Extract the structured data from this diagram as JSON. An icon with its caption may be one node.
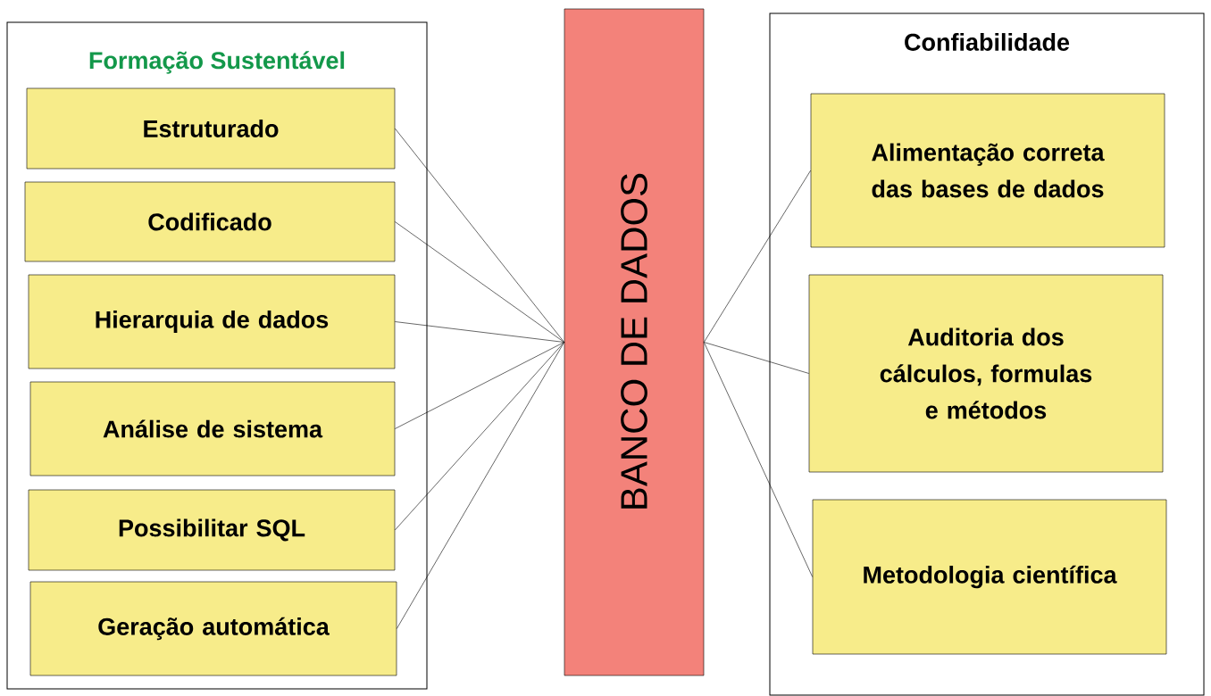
{
  "diagram": {
    "nodes": [
      {
        "text": [
          "Formação Sustentável"
        ]
      },
      {
        "text": [
          "Estruturado"
        ],
        "in": 0
      },
      {
        "text": [
          "Codificado"
        ],
        "in": 0
      },
      {
        "text": [
          "Hierarquia de dados"
        ],
        "in": 0
      },
      {
        "text": [
          "Análise de sistema"
        ],
        "in": 0
      },
      {
        "text": [
          "Possibilitar SQL"
        ],
        "in": 0
      },
      {
        "text": [
          "Geração automática"
        ],
        "in": 0
      },
      {
        "text": [
          "BANCO DE DADOS"
        ]
      },
      {
        "text": [
          "Confiabilidade"
        ]
      },
      {
        "text": [
          "Alimentação correta das bases de dados"
        ],
        "in": 8
      },
      {
        "text": [
          "Auditoria dos cálculos, formulas e métodos"
        ],
        "in": 8
      },
      {
        "text": [
          "Metodologia científica"
        ],
        "in": 8
      }
    ],
    "edges": [
      {
        "from": 1,
        "to": 7,
        "arrow": "none"
      },
      {
        "from": 2,
        "to": 7,
        "arrow": "none"
      },
      {
        "from": 3,
        "to": 7,
        "arrow": "none"
      },
      {
        "from": 4,
        "to": 7,
        "arrow": "none"
      },
      {
        "from": 5,
        "to": 7,
        "arrow": "none"
      },
      {
        "from": 6,
        "to": 7,
        "arrow": "none"
      },
      {
        "from": 7,
        "to": 9,
        "arrow": "none"
      },
      {
        "from": 7,
        "to": 10,
        "arrow": "none"
      },
      {
        "from": 7,
        "to": 11,
        "arrow": "none"
      }
    ]
  }
}
